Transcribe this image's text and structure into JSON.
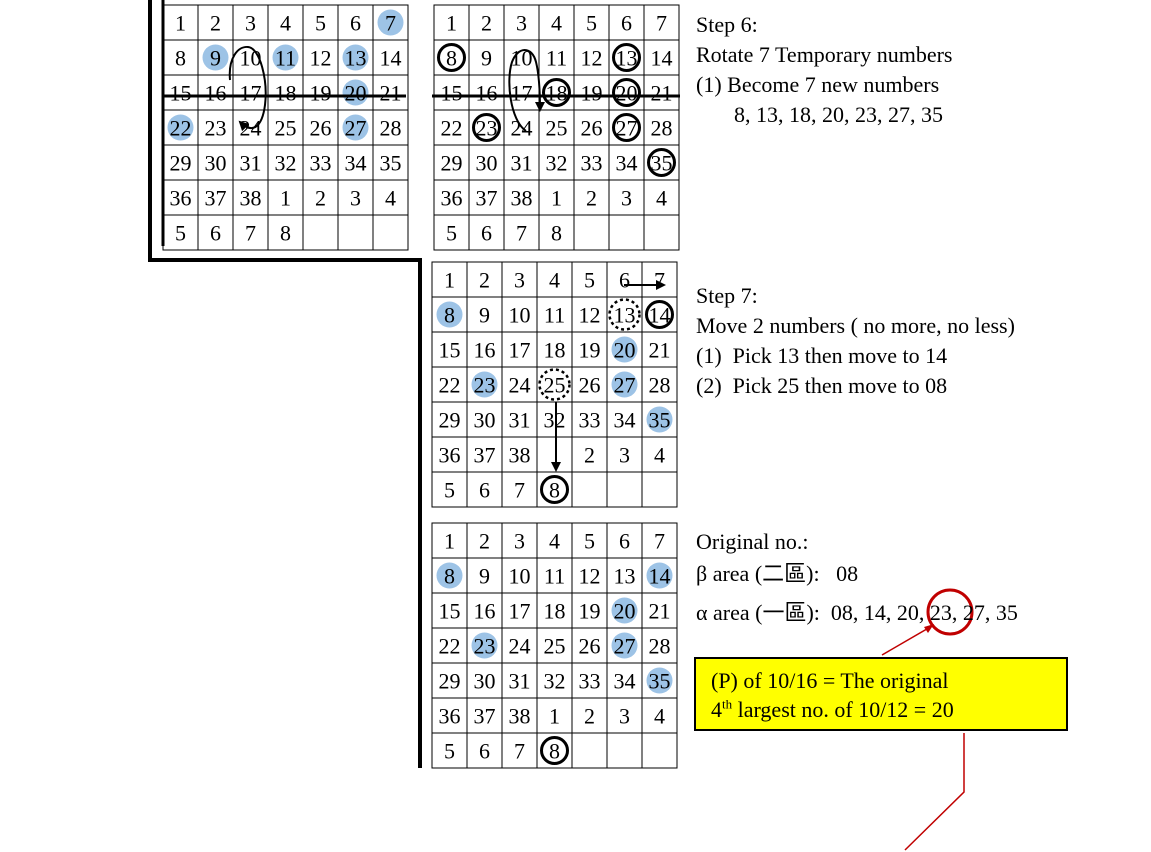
{
  "highlight_color": "#9dc3e6",
  "annotation_color": "#c00000",
  "callout_bg": "#ffff00",
  "grids": [
    {
      "id": "grid-step6-left",
      "rows": [
        [
          "1",
          "2",
          "3",
          "4",
          "5",
          "6",
          "7"
        ],
        [
          "8",
          "9",
          "10",
          "11",
          "12",
          "13",
          "14"
        ],
        [
          "15",
          "16",
          "17",
          "18",
          "19",
          "20",
          "21"
        ],
        [
          "22",
          "23",
          "24",
          "25",
          "26",
          "27",
          "28"
        ],
        [
          "29",
          "30",
          "31",
          "32",
          "33",
          "34",
          "35"
        ],
        [
          "36",
          "37",
          "38",
          "1",
          "2",
          "3",
          "4"
        ],
        [
          "5",
          "6",
          "7",
          "8",
          "",
          "",
          ""
        ]
      ],
      "highlighted": [
        "0-6",
        "1-1",
        "1-3",
        "1-5",
        "2-5",
        "3-0",
        "3-5"
      ],
      "circled": [],
      "dotted": []
    },
    {
      "id": "grid-step6-right",
      "rows": [
        [
          "1",
          "2",
          "3",
          "4",
          "5",
          "6",
          "7"
        ],
        [
          "8",
          "9",
          "10",
          "11",
          "12",
          "13",
          "14"
        ],
        [
          "15",
          "16",
          "17",
          "18",
          "19",
          "20",
          "21"
        ],
        [
          "22",
          "23",
          "24",
          "25",
          "26",
          "27",
          "28"
        ],
        [
          "29",
          "30",
          "31",
          "32",
          "33",
          "34",
          "35"
        ],
        [
          "36",
          "37",
          "38",
          "1",
          "2",
          "3",
          "4"
        ],
        [
          "5",
          "6",
          "7",
          "8",
          "",
          "",
          ""
        ]
      ],
      "highlighted": [],
      "circled": [
        "1-0",
        "1-5",
        "2-3",
        "2-5",
        "3-1",
        "3-5",
        "4-6"
      ],
      "dotted": []
    },
    {
      "id": "grid-step7",
      "rows": [
        [
          "1",
          "2",
          "3",
          "4",
          "5",
          "6",
          "7"
        ],
        [
          "8",
          "9",
          "10",
          "11",
          "12",
          "13",
          "14"
        ],
        [
          "15",
          "16",
          "17",
          "18",
          "19",
          "20",
          "21"
        ],
        [
          "22",
          "23",
          "24",
          "25",
          "26",
          "27",
          "28"
        ],
        [
          "29",
          "30",
          "31",
          "32",
          "33",
          "34",
          "35"
        ],
        [
          "36",
          "37",
          "38",
          "",
          "2",
          "3",
          "4"
        ],
        [
          "5",
          "6",
          "7",
          "8",
          "",
          "",
          ""
        ]
      ],
      "highlighted": [
        "1-0",
        "2-5",
        "3-1",
        "3-5",
        "4-6"
      ],
      "circled": [
        "1-6",
        "6-3"
      ],
      "dotted": [
        "1-5",
        "3-3"
      ]
    },
    {
      "id": "grid-original",
      "rows": [
        [
          "1",
          "2",
          "3",
          "4",
          "5",
          "6",
          "7"
        ],
        [
          "8",
          "9",
          "10",
          "11",
          "12",
          "13",
          "14"
        ],
        [
          "15",
          "16",
          "17",
          "18",
          "19",
          "20",
          "21"
        ],
        [
          "22",
          "23",
          "24",
          "25",
          "26",
          "27",
          "28"
        ],
        [
          "29",
          "30",
          "31",
          "32",
          "33",
          "34",
          "35"
        ],
        [
          "36",
          "37",
          "38",
          "1",
          "2",
          "3",
          "4"
        ],
        [
          "5",
          "6",
          "7",
          "8",
          "",
          "",
          ""
        ]
      ],
      "highlighted": [
        "1-0",
        "1-6",
        "2-5",
        "3-1",
        "3-5",
        "4-6"
      ],
      "circled": [
        "6-3"
      ],
      "dotted": []
    }
  ],
  "step6": {
    "title": "Step 6:",
    "line1": "Rotate 7 Temporary numbers",
    "line2": "(1) Become 7 new numbers",
    "line3": "8, 13, 18, 20, 23, 27, 35"
  },
  "step7": {
    "title": "Step 7:",
    "line1": "Move 2 numbers ( no more, no less)",
    "line2": "(1)  Pick 13 then move to 14",
    "line3": "(2)  Pick 25 then move to 08"
  },
  "original": {
    "title": "Original no.:",
    "beta_line": "β area (二區):   08",
    "alpha_line": "α area (一區):  08, 14, 20, 23, 27, 35"
  },
  "callout": {
    "line1": "(P) of 10/16 = The original",
    "line2_pre": "4",
    "line2_sup": "th",
    "line2_post": " largest no. of 10/12 = 20"
  }
}
